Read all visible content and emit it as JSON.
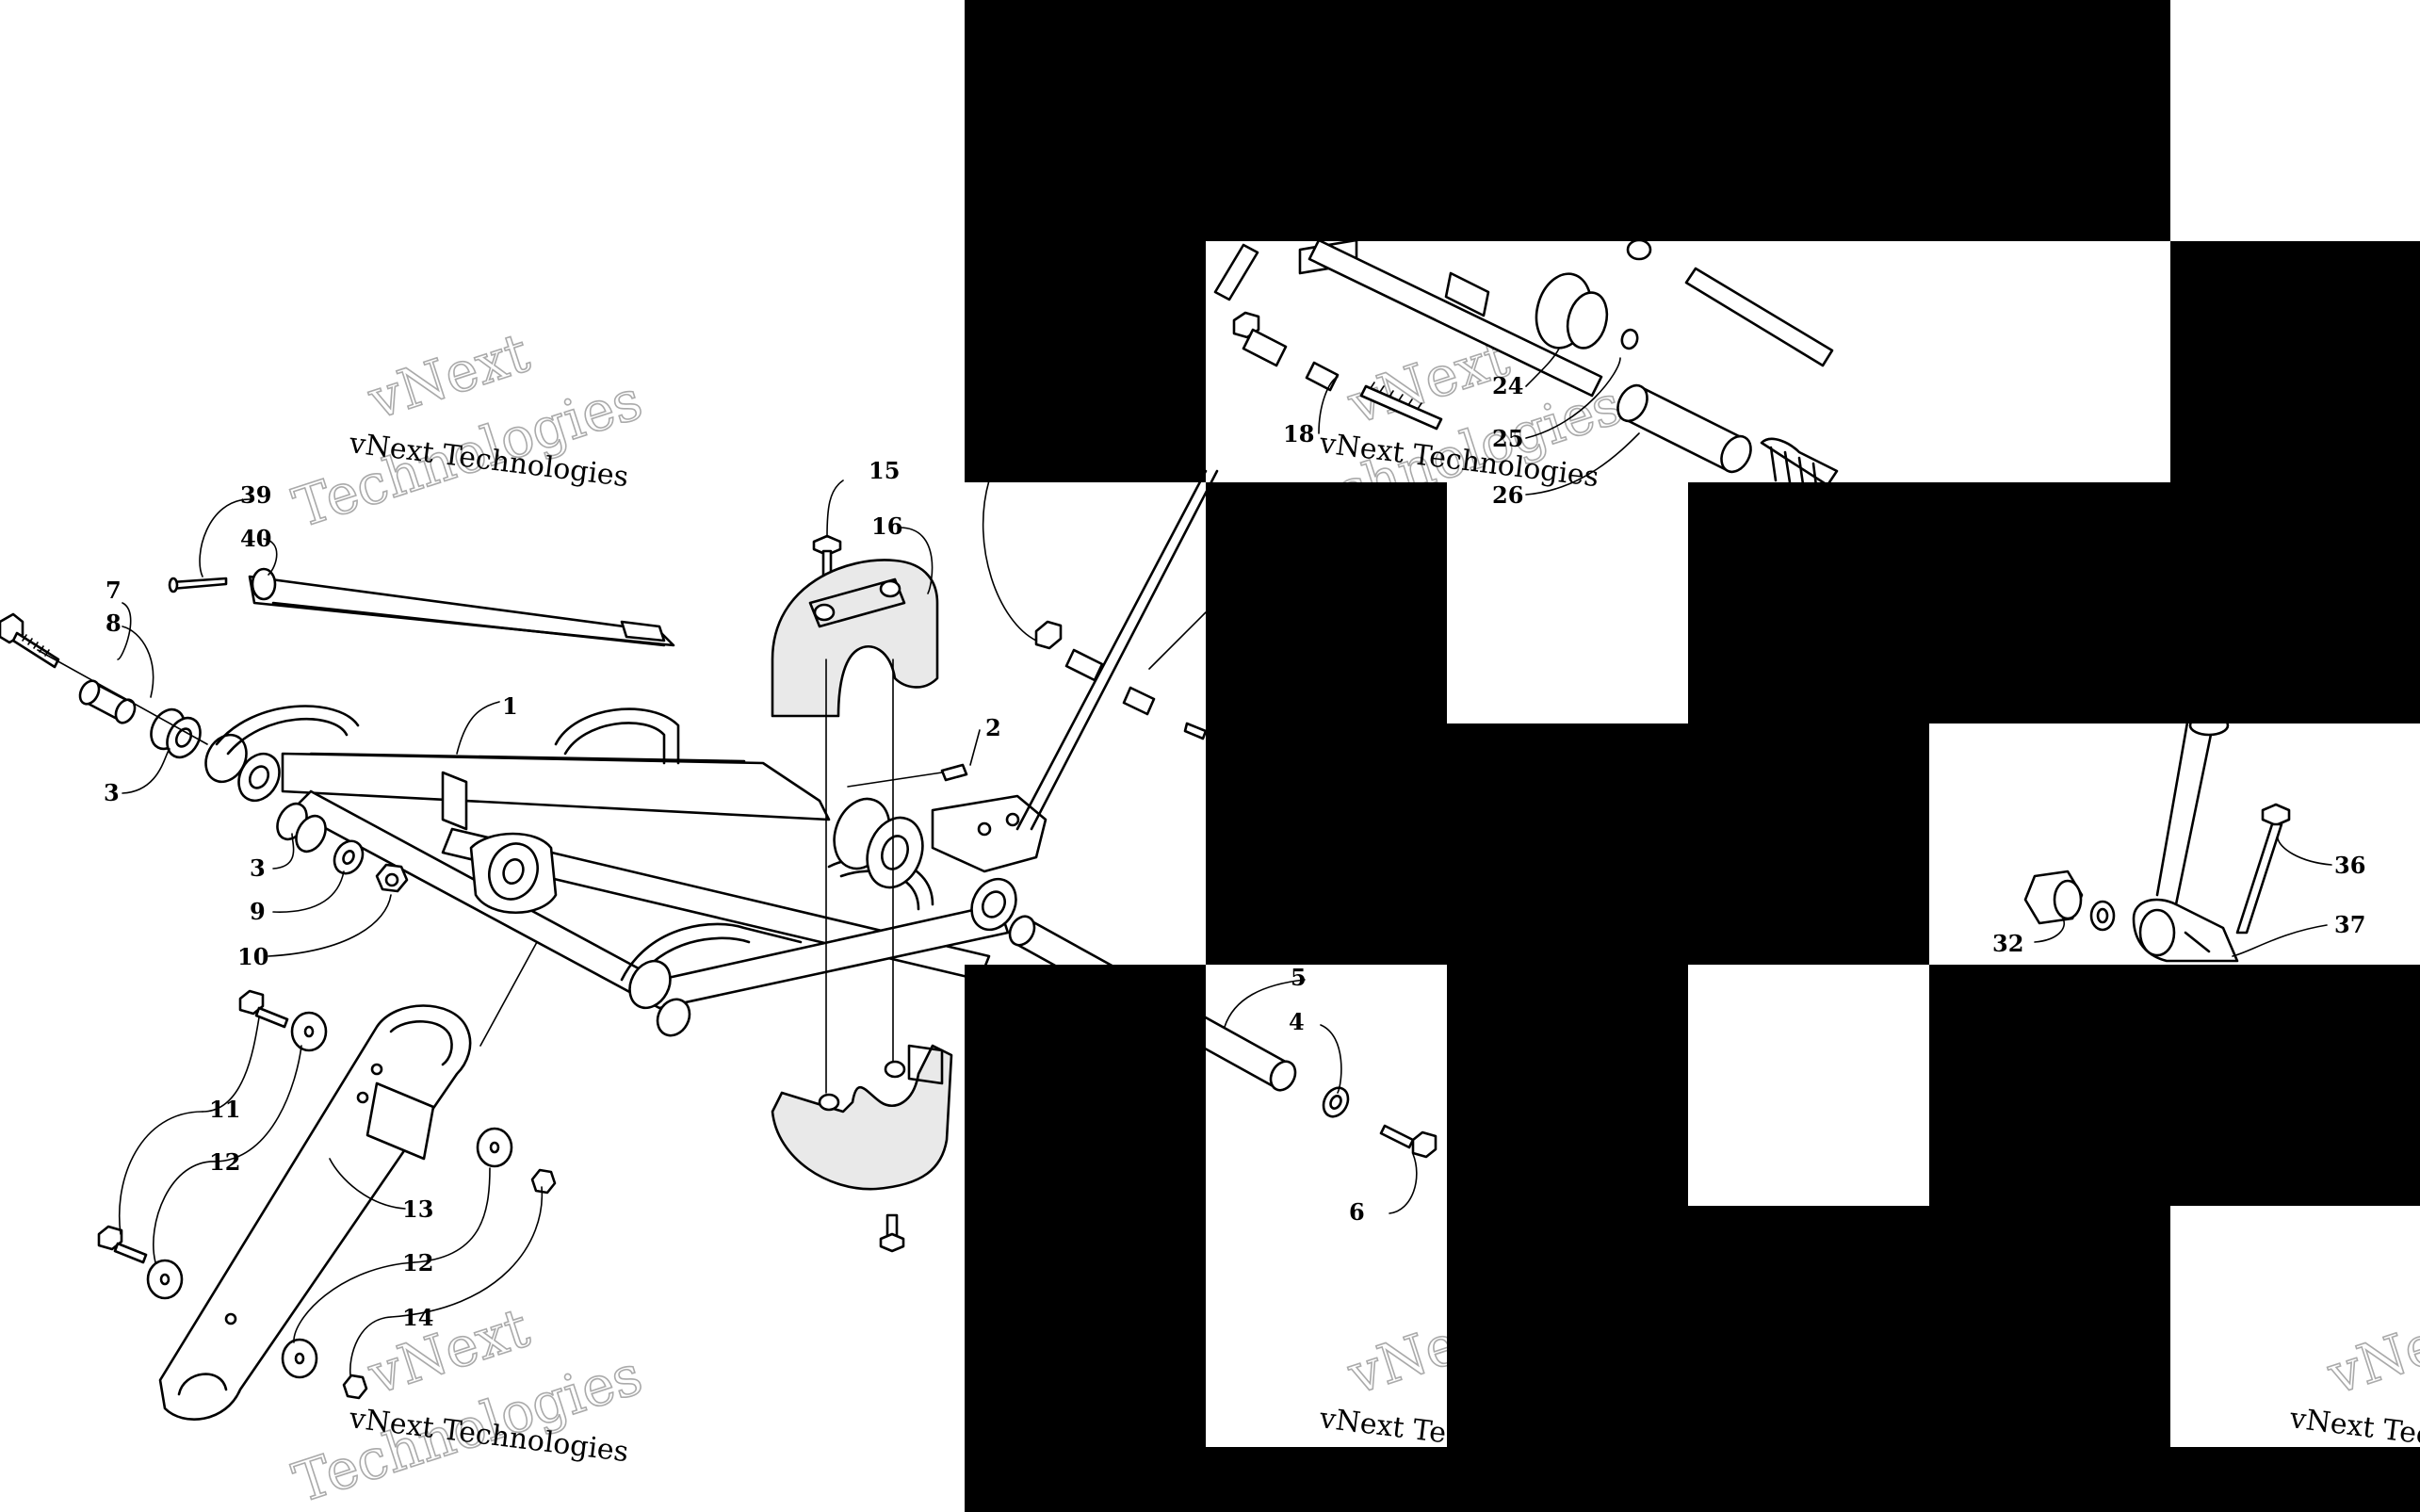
{
  "diagram": {
    "watermark": {
      "line1": "vNext Technologies",
      "line2": "vNext",
      "line3": "Technologies"
    },
    "callouts": [
      {
        "id": "c1",
        "label": "1"
      },
      {
        "id": "c2",
        "label": "2"
      },
      {
        "id": "c3a",
        "label": "3"
      },
      {
        "id": "c3b",
        "label": "3"
      },
      {
        "id": "c4",
        "label": "4"
      },
      {
        "id": "c5",
        "label": "5"
      },
      {
        "id": "c6",
        "label": "6"
      },
      {
        "id": "c7",
        "label": "7"
      },
      {
        "id": "c8",
        "label": "8"
      },
      {
        "id": "c9",
        "label": "9"
      },
      {
        "id": "c10",
        "label": "10"
      },
      {
        "id": "c11",
        "label": "11"
      },
      {
        "id": "c12a",
        "label": "12"
      },
      {
        "id": "c12b",
        "label": "12"
      },
      {
        "id": "c13",
        "label": "13"
      },
      {
        "id": "c14",
        "label": "14"
      },
      {
        "id": "c15",
        "label": "15"
      },
      {
        "id": "c16",
        "label": "16"
      },
      {
        "id": "c18",
        "label": "18"
      },
      {
        "id": "c24",
        "label": "24"
      },
      {
        "id": "c25",
        "label": "25"
      },
      {
        "id": "c26",
        "label": "26"
      },
      {
        "id": "c32",
        "label": "32"
      },
      {
        "id": "c36",
        "label": "36"
      },
      {
        "id": "c37",
        "label": "37"
      },
      {
        "id": "c39",
        "label": "39"
      },
      {
        "id": "c40",
        "label": "40"
      }
    ]
  }
}
